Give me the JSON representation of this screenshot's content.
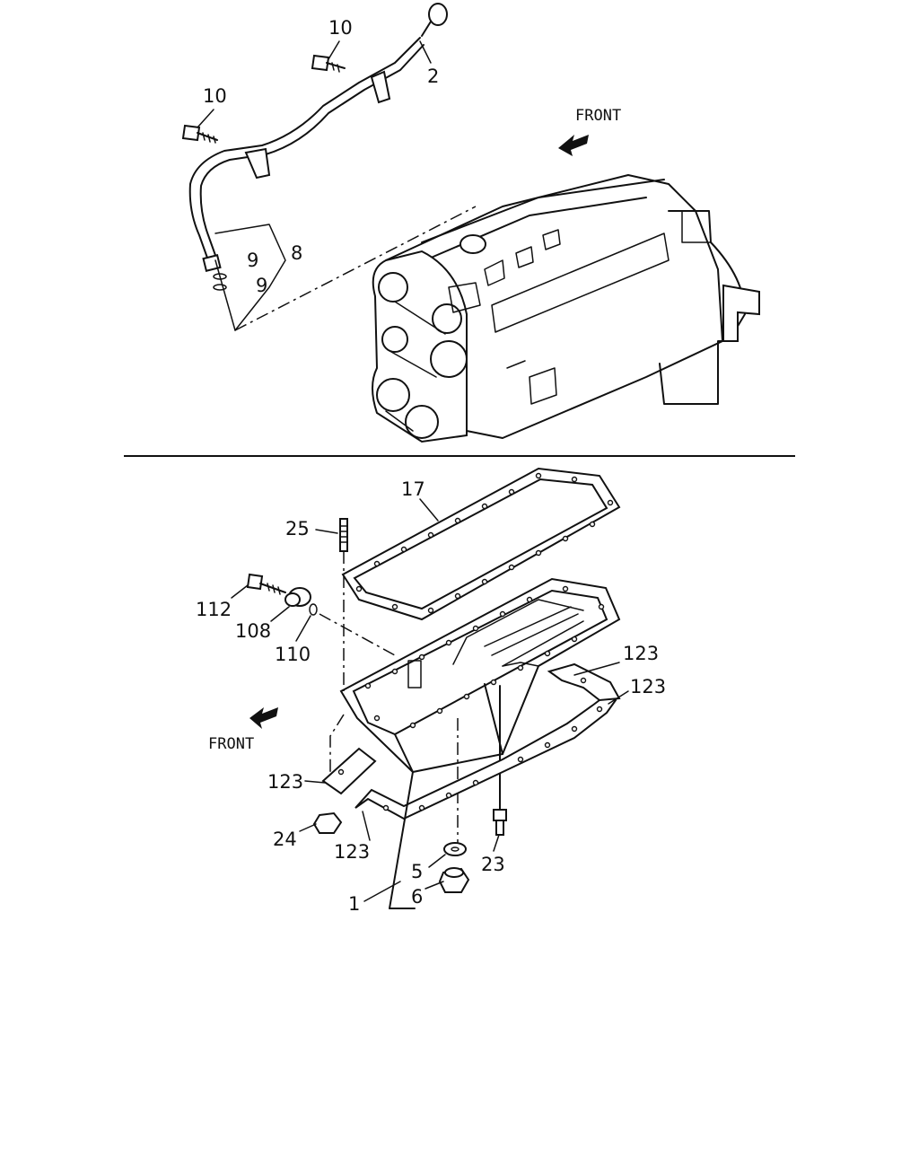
{
  "labels": {
    "p10a": "10",
    "p2": "2",
    "p10b": "10",
    "p9a": "9",
    "p8": "8",
    "p9b": "9",
    "p17": "17",
    "p25": "25",
    "p112": "112",
    "p108": "108",
    "p110": "110",
    "p123a": "123",
    "p123b": "123",
    "p123c": "123",
    "p123d": "123",
    "p24": "24",
    "p23": "23",
    "p5": "5",
    "p6": "6",
    "p1": "1"
  },
  "front_labels": {
    "upper": "FRONT",
    "lower": "FRONT"
  },
  "colors": {
    "ink": "#111111",
    "paper": "#ffffff"
  }
}
